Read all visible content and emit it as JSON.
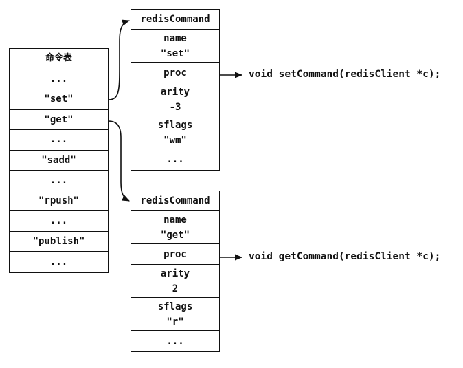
{
  "command_table": {
    "title": "命令表",
    "rows": [
      "...",
      "\"set\"",
      "\"get\"",
      "...",
      "\"sadd\"",
      "...",
      "\"rpush\"",
      "...",
      "\"publish\"",
      "..."
    ]
  },
  "set_command": {
    "header": "redisCommand",
    "name_label": "name",
    "name_value": "\"set\"",
    "proc_label": "proc",
    "arity_label": "arity",
    "arity_value": "-3",
    "sflags_label": "sflags",
    "sflags_value": "\"wm\"",
    "more": "...",
    "proc_function": "void setCommand(redisClient *c);"
  },
  "get_command": {
    "header": "redisCommand",
    "name_label": "name",
    "name_value": "\"get\"",
    "proc_label": "proc",
    "arity_label": "arity",
    "arity_value": "2",
    "sflags_label": "sflags",
    "sflags_value": "\"r\"",
    "more": "...",
    "proc_function": "void getCommand(redisClient *c);"
  },
  "colors": {
    "line": "#111111",
    "background": "#ffffff"
  }
}
